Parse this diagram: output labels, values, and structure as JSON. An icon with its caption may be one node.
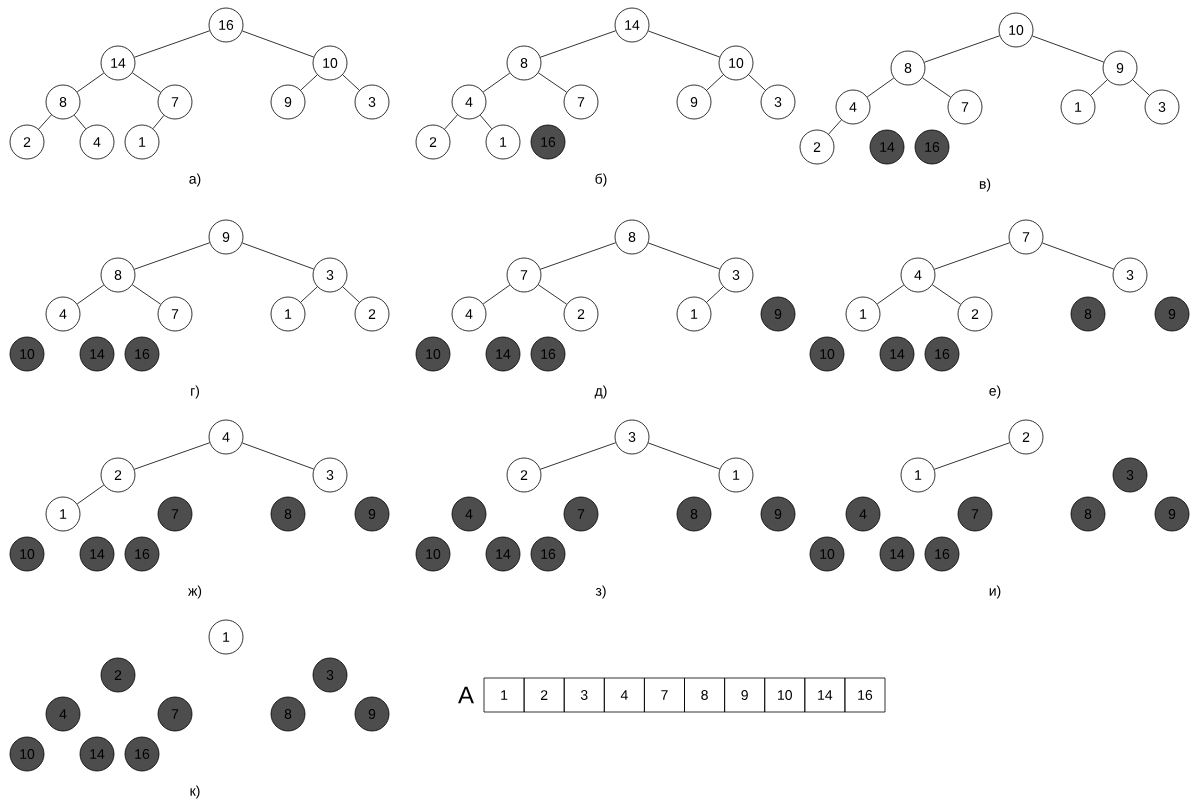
{
  "diagram": {
    "nodes": [
      {
        "text": [
          "16"
        ]
      },
      {
        "text": [
          "14"
        ]
      },
      {
        "text": [
          "10"
        ]
      },
      {
        "text": [
          "8"
        ]
      },
      {
        "text": [
          "7"
        ]
      },
      {
        "text": [
          "9"
        ]
      },
      {
        "text": [
          "3"
        ]
      },
      {
        "text": [
          "2"
        ]
      },
      {
        "text": [
          "4"
        ]
      },
      {
        "text": [
          "1"
        ]
      },
      {
        "text": [
          "14"
        ]
      },
      {
        "text": [
          "8"
        ]
      },
      {
        "text": [
          "10"
        ]
      },
      {
        "text": [
          "4"
        ]
      },
      {
        "text": [
          "7"
        ]
      },
      {
        "text": [
          "9"
        ]
      },
      {
        "text": [
          "3"
        ]
      },
      {
        "text": [
          "2"
        ]
      },
      {
        "text": [
          "1"
        ]
      },
      {
        "text": [
          "16"
        ]
      },
      {
        "text": [
          "10"
        ]
      },
      {
        "text": [
          "8"
        ]
      },
      {
        "text": [
          "9"
        ]
      },
      {
        "text": [
          "4"
        ]
      },
      {
        "text": [
          "7"
        ]
      },
      {
        "text": [
          "1"
        ]
      },
      {
        "text": [
          "3"
        ]
      },
      {
        "text": [
          "2"
        ]
      },
      {
        "text": [
          "14"
        ]
      },
      {
        "text": [
          "16"
        ]
      },
      {
        "text": [
          "9"
        ]
      },
      {
        "text": [
          "8"
        ]
      },
      {
        "text": [
          "3"
        ]
      },
      {
        "text": [
          "4"
        ]
      },
      {
        "text": [
          "7"
        ]
      },
      {
        "text": [
          "1"
        ]
      },
      {
        "text": [
          "2"
        ]
      },
      {
        "text": [
          "10"
        ]
      },
      {
        "text": [
          "14"
        ]
      },
      {
        "text": [
          "16"
        ]
      },
      {
        "text": [
          "8"
        ]
      },
      {
        "text": [
          "7"
        ]
      },
      {
        "text": [
          "3"
        ]
      },
      {
        "text": [
          "4"
        ]
      },
      {
        "text": [
          "2"
        ]
      },
      {
        "text": [
          "1"
        ]
      },
      {
        "text": [
          "9"
        ]
      },
      {
        "text": [
          "10"
        ]
      },
      {
        "text": [
          "14"
        ]
      },
      {
        "text": [
          "16"
        ]
      },
      {
        "text": [
          "7"
        ]
      },
      {
        "text": [
          "4"
        ]
      },
      {
        "text": [
          "3"
        ]
      },
      {
        "text": [
          "1"
        ]
      },
      {
        "text": [
          "2"
        ]
      },
      {
        "text": [
          "8"
        ]
      },
      {
        "text": [
          "9"
        ]
      },
      {
        "text": [
          "10"
        ]
      },
      {
        "text": [
          "14"
        ]
      },
      {
        "text": [
          "16"
        ]
      },
      {
        "text": [
          "4"
        ]
      },
      {
        "text": [
          "2"
        ]
      },
      {
        "text": [
          "3"
        ]
      },
      {
        "text": [
          "1"
        ]
      },
      {
        "text": [
          "7"
        ]
      },
      {
        "text": [
          "8"
        ]
      },
      {
        "text": [
          "9"
        ]
      },
      {
        "text": [
          "10"
        ]
      },
      {
        "text": [
          "14"
        ]
      },
      {
        "text": [
          "16"
        ]
      },
      {
        "text": [
          "3"
        ]
      },
      {
        "text": [
          "2"
        ]
      },
      {
        "text": [
          "1"
        ]
      },
      {
        "text": [
          "4"
        ]
      },
      {
        "text": [
          "7"
        ]
      },
      {
        "text": [
          "8"
        ]
      },
      {
        "text": [
          "9"
        ]
      },
      {
        "text": [
          "10"
        ]
      },
      {
        "text": [
          "14"
        ]
      },
      {
        "text": [
          "16"
        ]
      },
      {
        "text": [
          "2"
        ]
      },
      {
        "text": [
          "1"
        ]
      },
      {
        "text": [
          "3"
        ]
      },
      {
        "text": [
          "4"
        ]
      },
      {
        "text": [
          "7"
        ]
      },
      {
        "text": [
          "8"
        ]
      },
      {
        "text": [
          "9"
        ]
      },
      {
        "text": [
          "10"
        ]
      },
      {
        "text": [
          "14"
        ]
      },
      {
        "text": [
          "16"
        ]
      },
      {
        "text": [
          "1"
        ]
      },
      {
        "text": [
          "2"
        ]
      },
      {
        "text": [
          "3"
        ]
      },
      {
        "text": [
          "4"
        ]
      },
      {
        "text": [
          "7"
        ]
      },
      {
        "text": [
          "8"
        ]
      },
      {
        "text": [
          "9"
        ]
      },
      {
        "text": [
          "10"
        ]
      },
      {
        "text": [
          "14"
        ]
      },
      {
        "text": [
          "16"
        ]
      }
    ],
    "edges": [
      {
        "from": 0,
        "to": 1,
        "arrow": "none"
      },
      {
        "from": 0,
        "to": 2,
        "arrow": "none"
      },
      {
        "from": 1,
        "to": 3,
        "arrow": "none"
      },
      {
        "from": 1,
        "to": 4,
        "arrow": "none"
      },
      {
        "from": 2,
        "to": 5,
        "arrow": "none"
      },
      {
        "from": 2,
        "to": 6,
        "arrow": "none"
      },
      {
        "from": 3,
        "to": 7,
        "arrow": "none"
      },
      {
        "from": 3,
        "to": 8,
        "arrow": "none"
      },
      {
        "from": 4,
        "to": 9,
        "arrow": "none"
      },
      {
        "from": 10,
        "to": 11,
        "arrow": "none"
      },
      {
        "from": 10,
        "to": 12,
        "arrow": "none"
      },
      {
        "from": 11,
        "to": 13,
        "arrow": "none"
      },
      {
        "from": 11,
        "to": 14,
        "arrow": "none"
      },
      {
        "from": 12,
        "to": 15,
        "arrow": "none"
      },
      {
        "from": 12,
        "to": 16,
        "arrow": "none"
      },
      {
        "from": 13,
        "to": 17,
        "arrow": "none"
      },
      {
        "from": 13,
        "to": 18,
        "arrow": "none"
      },
      {
        "from": 20,
        "to": 21,
        "arrow": "none"
      },
      {
        "from": 20,
        "to": 22,
        "arrow": "none"
      },
      {
        "from": 21,
        "to": 23,
        "arrow": "none"
      },
      {
        "from": 21,
        "to": 24,
        "arrow": "none"
      },
      {
        "from": 22,
        "to": 25,
        "arrow": "none"
      },
      {
        "from": 22,
        "to": 26,
        "arrow": "none"
      },
      {
        "from": 23,
        "to": 27,
        "arrow": "none"
      },
      {
        "from": 30,
        "to": 31,
        "arrow": "none"
      },
      {
        "from": 30,
        "to": 32,
        "arrow": "none"
      },
      {
        "from": 31,
        "to": 33,
        "arrow": "none"
      },
      {
        "from": 31,
        "to": 34,
        "arrow": "none"
      },
      {
        "from": 32,
        "to": 35,
        "arrow": "none"
      },
      {
        "from": 32,
        "to": 36,
        "arrow": "none"
      },
      {
        "from": 40,
        "to": 41,
        "arrow": "none"
      },
      {
        "from": 40,
        "to": 42,
        "arrow": "none"
      },
      {
        "from": 41,
        "to": 43,
        "arrow": "none"
      },
      {
        "from": 41,
        "to": 44,
        "arrow": "none"
      },
      {
        "from": 42,
        "to": 45,
        "arrow": "none"
      },
      {
        "from": 50,
        "to": 51,
        "arrow": "none"
      },
      {
        "from": 50,
        "to": 52,
        "arrow": "none"
      },
      {
        "from": 51,
        "to": 53,
        "arrow": "none"
      },
      {
        "from": 51,
        "to": 54,
        "arrow": "none"
      },
      {
        "from": 60,
        "to": 61,
        "arrow": "none"
      },
      {
        "from": 60,
        "to": 62,
        "arrow": "none"
      },
      {
        "from": 61,
        "to": 63,
        "arrow": "none"
      },
      {
        "from": 70,
        "to": 71,
        "arrow": "none"
      },
      {
        "from": 70,
        "to": 72,
        "arrow": "none"
      },
      {
        "from": 80,
        "to": 81,
        "arrow": "none"
      }
    ],
    "labels": [
      "а)",
      "б)",
      "в)",
      "г)",
      "д)",
      "е)",
      "ж)",
      "з)",
      "и)",
      "к)",
      "A",
      "1",
      "2",
      "3",
      "4",
      "7",
      "8",
      "9",
      "10",
      "14",
      "16"
    ]
  }
}
